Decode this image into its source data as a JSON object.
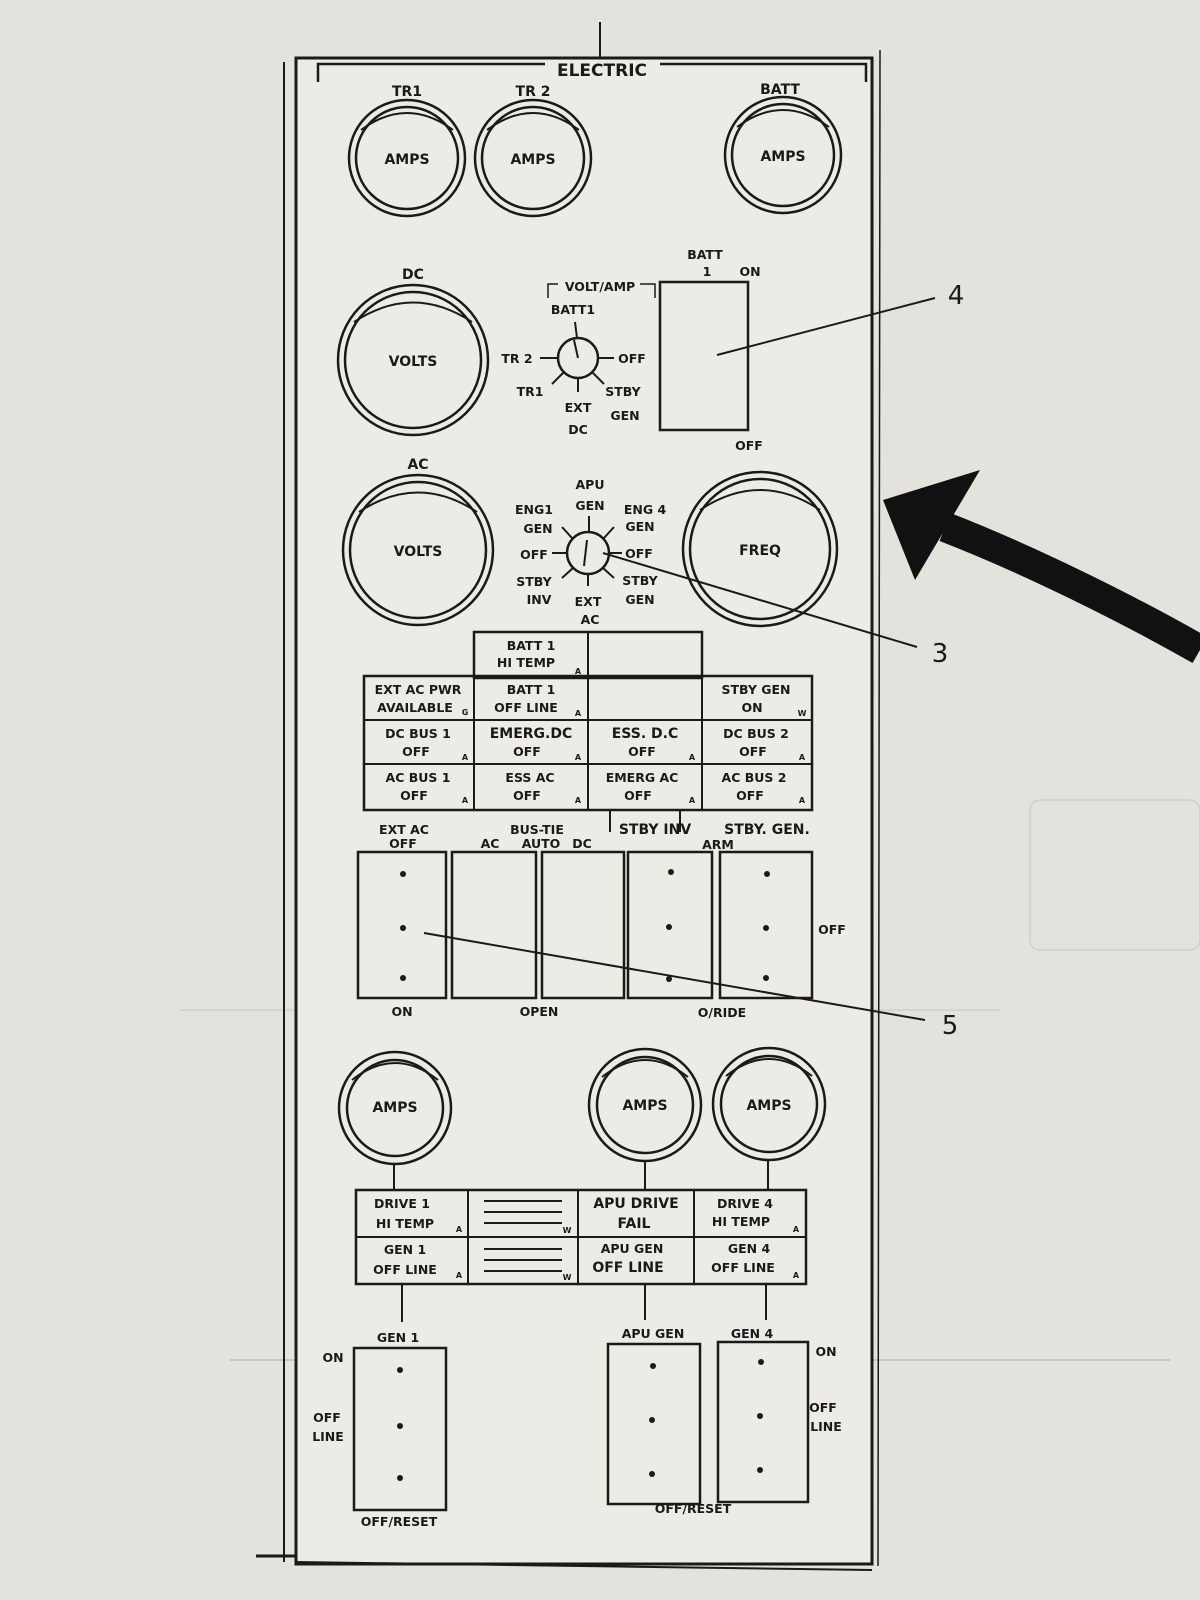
{
  "panel": {
    "title": "ELECTRIC",
    "colors": {
      "ink": "#1a1a1a",
      "paper": "#e4e2dc",
      "panel": "#ecebe6"
    }
  },
  "gauges": {
    "tr1": {
      "caption": "TR1",
      "face": "AMPS"
    },
    "tr2": {
      "caption": "TR 2",
      "face": "AMPS"
    },
    "batt": {
      "caption": "BATT",
      "face": "AMPS"
    },
    "dc": {
      "caption": "DC",
      "face": "VOLTS"
    },
    "ac": {
      "caption": "AC",
      "face": "VOLTS"
    },
    "freq": {
      "face": "FREQ"
    },
    "gen1_amps": {
      "face": "AMPS"
    },
    "apu_amps": {
      "face": "AMPS"
    },
    "gen4_amps": {
      "face": "AMPS"
    }
  },
  "voltamp_selector": {
    "title": "VOLT/AMP",
    "batt1": "BATT1",
    "tr2": "TR 2",
    "off": "OFF",
    "tr1": "TR1",
    "stby": "STBY",
    "gen": "GEN",
    "ext": "EXT",
    "dc": "DC"
  },
  "batt_switch": {
    "batt": "BATT",
    "one": "1",
    "on": "ON",
    "off": "OFF"
  },
  "gen_selector": {
    "apu": "APU",
    "apu_gen": "GEN",
    "eng1": "ENG1",
    "eng1_gen": "GEN",
    "eng4": "ENG 4",
    "eng4_gen": "GEN",
    "off_left": "OFF",
    "off_right": "OFF",
    "stby_l": "STBY",
    "inv": "INV",
    "ext": "EXT",
    "ac": "AC",
    "stby_r": "STBY",
    "gen_r": "GEN"
  },
  "annunciators": {
    "batt_hi_temp": {
      "l1": "BATT  1",
      "l2": "HI TEMP"
    },
    "ext_ac_pwr": {
      "l1": "EXT AC PWR",
      "l2": "AVAILABLE"
    },
    "batt_off_line": {
      "l1": "BATT  1",
      "l2": "OFF LINE"
    },
    "stby_gen_on": {
      "l1": "STBY GEN",
      "l2": "ON"
    },
    "dc_bus1": {
      "l1": "DC BUS 1",
      "l2": "OFF"
    },
    "emerg_dc": {
      "l1": "EMERG.DC",
      "l2": "OFF"
    },
    "ess_dc": {
      "l1": "ESS. D.C",
      "l2": "OFF"
    },
    "dc_bus2": {
      "l1": "DC BUS 2",
      "l2": "OFF"
    },
    "ac_bus1": {
      "l1": "AC BUS 1",
      "l2": "OFF"
    },
    "ess_ac": {
      "l1": "ESS  AC",
      "l2": "OFF"
    },
    "emerg_ac": {
      "l1": "EMERG AC",
      "l2": "OFF"
    },
    "ac_bus2": {
      "l1": "AC BUS 2",
      "l2": "OFF"
    },
    "drive1": {
      "l1": "DRIVE 1",
      "l2": "HI TEMP"
    },
    "apu_drive": {
      "l1": "APU DRIVE",
      "l2": "FAIL"
    },
    "drive4": {
      "l1": "DRIVE  4",
      "l2": "HI TEMP"
    },
    "gen1_off": {
      "l1": "GEN 1",
      "l2": "OFF LINE"
    },
    "apu_gen_off": {
      "l1": "APU GEN",
      "l2": "OFF LINE"
    },
    "gen4_off": {
      "l1": "GEN 4",
      "l2": "OFF LINE"
    }
  },
  "corner_marks": {
    "g": "G",
    "a": "A",
    "w": "W"
  },
  "switch_bank": {
    "ext_ac": "EXT AC",
    "ext_ac_off": "OFF",
    "bus_tie": "BUS-TIE",
    "ac": "AC",
    "auto": "AUTO",
    "dc": "DC",
    "stby_inv": "STBY INV",
    "stby_gen": "STBY. GEN.",
    "arm": "ARM",
    "off": "OFF",
    "on": "ON",
    "open": "OPEN",
    "oride": "O/RIDE"
  },
  "gen_switches": {
    "gen1": "GEN 1",
    "apu_gen": "APU GEN",
    "gen4": "GEN 4",
    "on_l": "ON",
    "off_l": "OFF",
    "line_l": "LINE",
    "on_r": "ON",
    "off_r": "OFF",
    "line_r": "LINE",
    "reset_l": "OFF/RESET",
    "reset_r": "OFF/RESET"
  },
  "callouts": {
    "c3": "3",
    "c4": "4",
    "c5": "5"
  }
}
